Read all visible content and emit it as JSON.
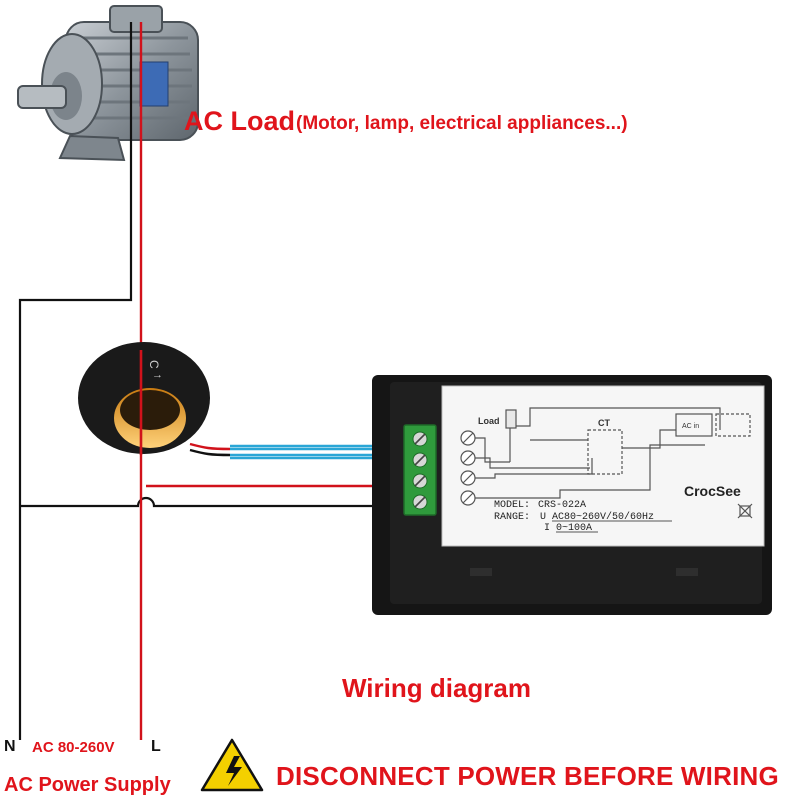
{
  "labels": {
    "ac_load": "AC Load",
    "ac_load_detail": "(Motor, lamp, electrical appliances...)",
    "wiring_diagram": "Wiring diagram",
    "neutral": "N",
    "voltage": "AC 80-260V",
    "line": "L",
    "power_supply": "AC Power Supply",
    "warning": "DISCONNECT POWER BEFORE WIRING"
  },
  "meter": {
    "brand": "CrocSee",
    "model_label": "MODEL:",
    "model_value": "CRS-022A",
    "range_label": "RANGE:",
    "u_symbol": "U",
    "u_range": "AC80~260V/50/60Hz",
    "i_symbol": "I",
    "i_range": "0~100A",
    "schematic_load": "Load",
    "schematic_ct": "CT",
    "schematic_ac_in": "AC in"
  },
  "colors": {
    "label_red": "#e0141b",
    "line_wire": "#d1121b",
    "neutral_wire": "#111111",
    "ct_wire": "#2aa6d6",
    "terminal_green": "#2f9a3c",
    "meter_body": "#151515",
    "warning_yellow": "#f4d000"
  }
}
